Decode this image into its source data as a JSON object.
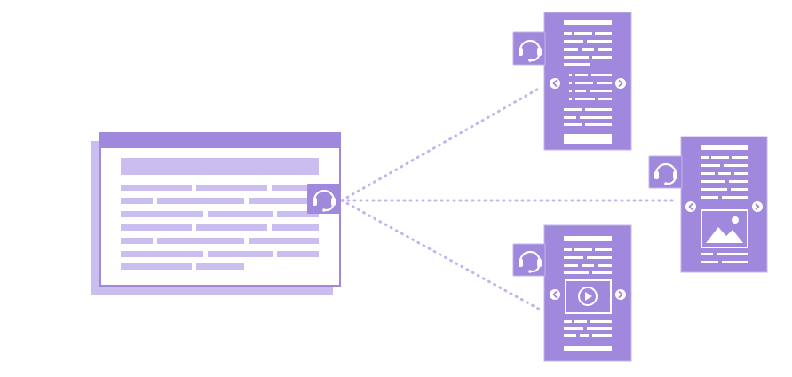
{
  "colors": {
    "primary": "#a088dc",
    "light": "#cabef0",
    "line": "#c2b6ec",
    "white": "#ffffff",
    "border": "#9b82d9"
  },
  "icons": {
    "headset": "headset-icon",
    "chevron_left": "chevron-left-icon",
    "chevron_right": "chevron-right-icon",
    "play": "play-icon",
    "image": "image-icon"
  },
  "diagram": {
    "source": "browser-window",
    "targets": [
      "mobile-text",
      "mobile-image",
      "mobile-video"
    ]
  }
}
